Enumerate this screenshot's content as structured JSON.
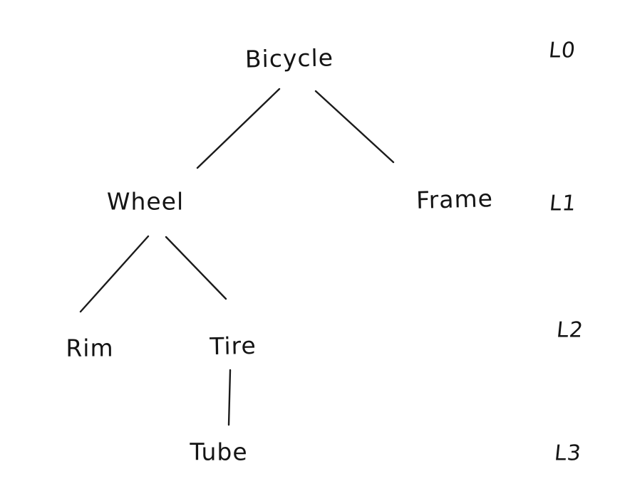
{
  "diagram": {
    "type": "tree",
    "description": "Hand-drawn component hierarchy tree of a bicycle with depth level labels",
    "colors": {
      "background": "#ffffff",
      "ink": "#141414",
      "edge": "#1b1b1b"
    },
    "nodes": [
      {
        "id": "bicycle",
        "label": "Bicycle",
        "level": 0,
        "parent": null
      },
      {
        "id": "wheel",
        "label": "Wheel",
        "level": 1,
        "parent": "bicycle"
      },
      {
        "id": "frame",
        "label": "Frame",
        "level": 1,
        "parent": "bicycle"
      },
      {
        "id": "rim",
        "label": "Rim",
        "level": 2,
        "parent": "wheel"
      },
      {
        "id": "tire",
        "label": "Tire",
        "level": 2,
        "parent": "wheel"
      },
      {
        "id": "tube",
        "label": "Tube",
        "level": 3,
        "parent": "tire"
      }
    ],
    "edges": [
      {
        "from": "bicycle",
        "to": "wheel"
      },
      {
        "from": "bicycle",
        "to": "frame"
      },
      {
        "from": "wheel",
        "to": "rim"
      },
      {
        "from": "wheel",
        "to": "tire"
      },
      {
        "from": "tire",
        "to": "tube"
      }
    ],
    "levels": [
      {
        "label": "L0"
      },
      {
        "label": "L1"
      },
      {
        "label": "L2"
      },
      {
        "label": "L3"
      }
    ]
  }
}
